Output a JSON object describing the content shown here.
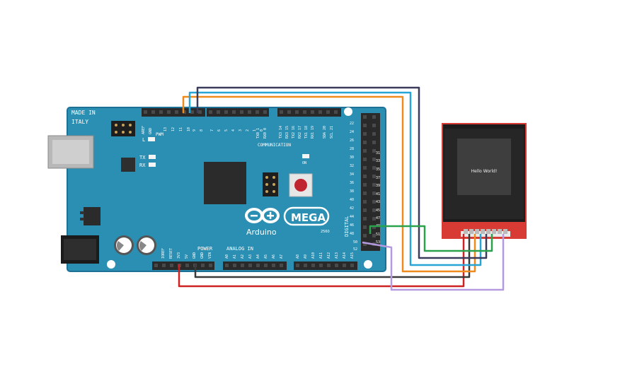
{
  "board": {
    "made_in": "MADE IN",
    "country": "ITALY",
    "brand": "Arduino",
    "model": "MEGA",
    "model_suffix": "2560",
    "pwm_label": "PWM",
    "communication_label": "COMMUNICATION",
    "power_label": "POWER",
    "analog_label": "ANALOG IN",
    "digital_label": "DIGITAL",
    "aref_label": "AREF",
    "gnd_label": "GND",
    "l_label": "L",
    "tx_label": "TX",
    "rx_label": "RX",
    "on_label": "ON",
    "top_pins": [
      "13",
      "12",
      "11",
      "10",
      "9",
      "8",
      "7",
      "6",
      "5",
      "4",
      "3",
      "2",
      "1",
      "0"
    ],
    "comm_pins": [
      "TX0 1",
      "RX0 0",
      "TX3 14",
      "RX3 15",
      "TX2 16",
      "RX2 17",
      "TX1 18",
      "RX1 19",
      "SDA 20",
      "SCL 21"
    ],
    "power_pins": [
      "IOREF",
      "RESET",
      "3V3",
      "5V",
      "GND",
      "GND",
      "VIN"
    ],
    "analog_pins": [
      "A0",
      "A1",
      "A2",
      "A3",
      "A4",
      "A5",
      "A6",
      "A7",
      "A8",
      "A9",
      "A10",
      "A11",
      "A12",
      "A13",
      "A14",
      "A15"
    ],
    "right_pins_even": [
      "22",
      "24",
      "26",
      "28",
      "30",
      "32",
      "34",
      "36",
      "38",
      "40",
      "42",
      "44",
      "46",
      "48",
      "50",
      "52"
    ],
    "right_pins_odd": [
      "31",
      "33",
      "35",
      "37",
      "39",
      "41",
      "43",
      "45",
      "47",
      "49",
      "51",
      "53"
    ]
  },
  "display": {
    "message": "Hello World!"
  },
  "colors": {
    "board": "#2b8fb3",
    "board_edge": "#1d7196",
    "header": "#2a2a2a",
    "wire_red": "#cc2222",
    "wire_black": "#3a3a3a",
    "wire_orange": "#ef8a1c",
    "wire_blue": "#27a5d6",
    "wire_navy": "#3b3b5c",
    "wire_green": "#2aa14b",
    "wire_purple": "#b59ae0",
    "lcd_pcb": "#d83a34"
  }
}
